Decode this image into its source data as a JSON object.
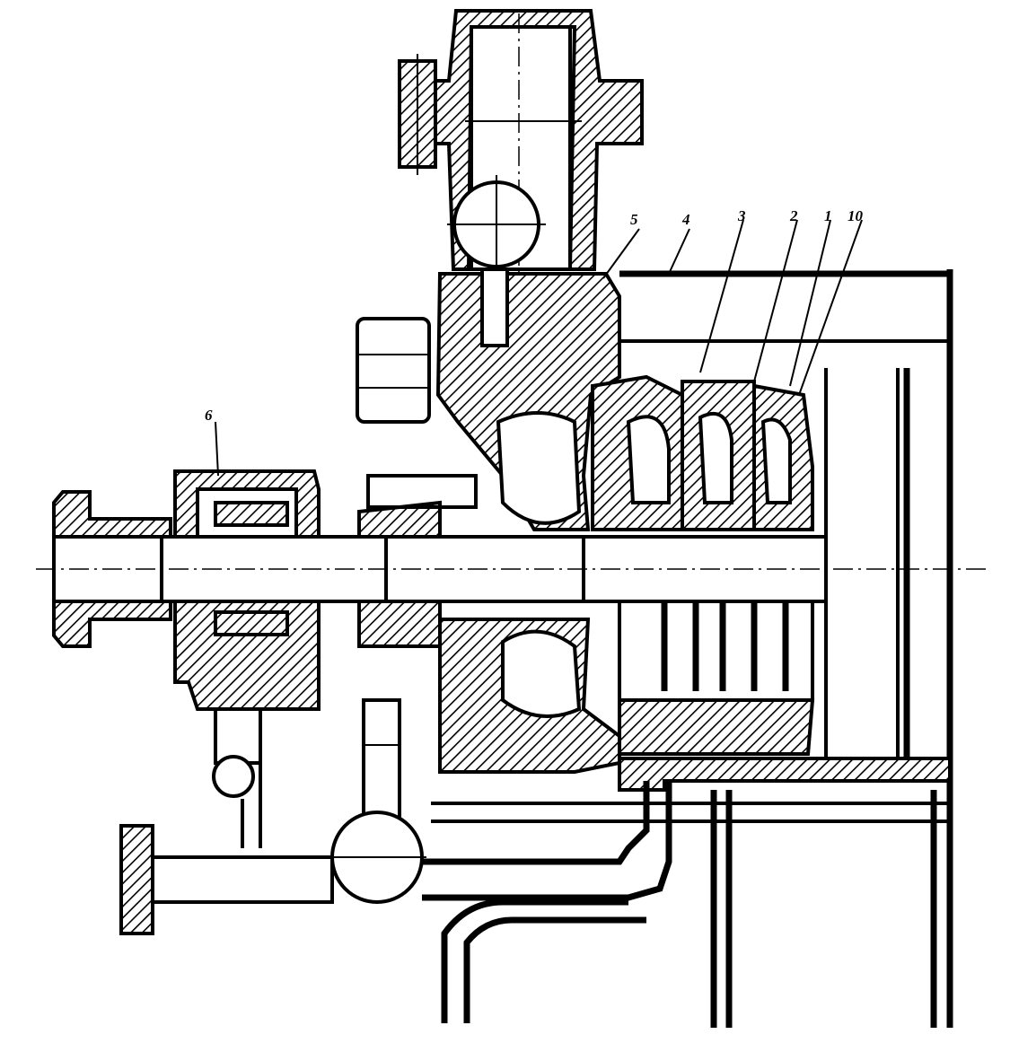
{
  "figure": {
    "callouts": [
      {
        "id": "callout-5",
        "text": "5"
      },
      {
        "id": "callout-4",
        "text": "4"
      },
      {
        "id": "callout-3",
        "text": "3"
      },
      {
        "id": "callout-2",
        "text": "2"
      },
      {
        "id": "callout-1",
        "text": "1"
      },
      {
        "id": "callout-10",
        "text": "10"
      },
      {
        "id": "callout-6",
        "text": "6"
      }
    ]
  }
}
